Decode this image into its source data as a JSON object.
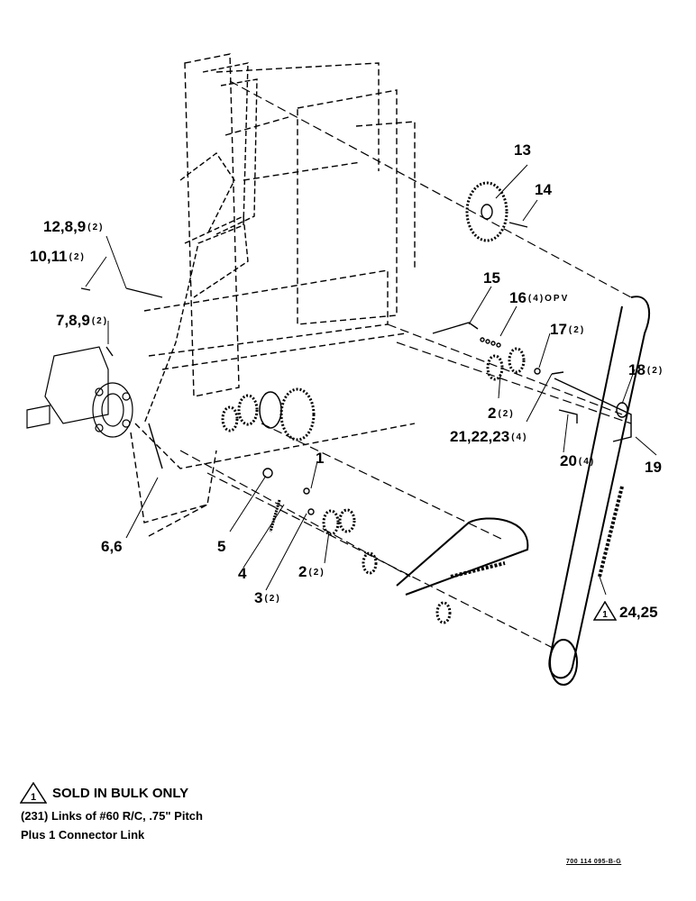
{
  "callouts": [
    {
      "id": "c13",
      "label": "13",
      "qty": ""
    },
    {
      "id": "c14",
      "label": "14",
      "qty": ""
    },
    {
      "id": "c12",
      "label": "12,8,9",
      "qty": "(2)"
    },
    {
      "id": "c10",
      "label": "10,11",
      "qty": "(2)"
    },
    {
      "id": "c15",
      "label": "15",
      "qty": ""
    },
    {
      "id": "c16",
      "label": "16",
      "qty": "(4)OPV"
    },
    {
      "id": "c7",
      "label": "7,8,9",
      "qty": "(2)"
    },
    {
      "id": "c17",
      "label": "17",
      "qty": "(2)"
    },
    {
      "id": "c18",
      "label": "18",
      "qty": "(2)"
    },
    {
      "id": "c2a",
      "label": "2",
      "qty": "(2)"
    },
    {
      "id": "c21",
      "label": "21,22,23",
      "qty": "(4)"
    },
    {
      "id": "c20",
      "label": "20",
      "qty": "(4)"
    },
    {
      "id": "c19",
      "label": "19",
      "qty": ""
    },
    {
      "id": "c1",
      "label": "1",
      "qty": ""
    },
    {
      "id": "c6",
      "label": "6,6",
      "qty": ""
    },
    {
      "id": "c5",
      "label": "5",
      "qty": ""
    },
    {
      "id": "c4",
      "label": "4",
      "qty": ""
    },
    {
      "id": "c2b",
      "label": "2",
      "qty": "(2)"
    },
    {
      "id": "c3",
      "label": "3",
      "qty": "(2)"
    },
    {
      "id": "c24",
      "label": "24,25",
      "qty": ""
    }
  ],
  "warning_symbol": "1",
  "note": {
    "heading": "SOLD IN BULK ONLY",
    "line1": "(231) Links of #60 R/C, .75\" Pitch",
    "line2": "Plus 1 Connector Link"
  },
  "figure_id": "700 114 095-B-G"
}
